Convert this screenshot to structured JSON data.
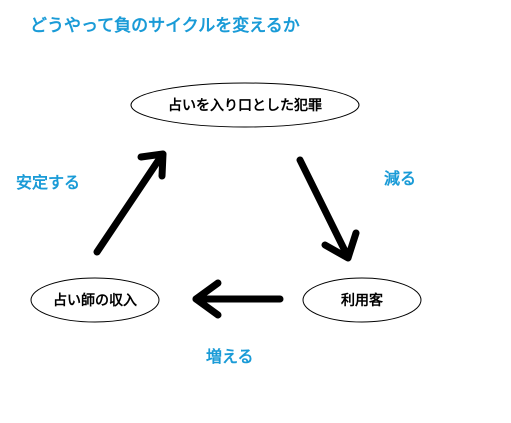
{
  "title": "どうやって負のサイクルを変えるか",
  "colors": {
    "title": "#1a9bd7",
    "edge_label": "#1a9bd7",
    "node_border": "#000000",
    "arrow": "#000000"
  },
  "nodes": {
    "crime": "占いを入り口とした犯罪",
    "customers": "利用客",
    "income": "占い師の収入"
  },
  "edge_labels": {
    "crime_to_customers": "減る",
    "customers_to_income": "増える",
    "income_to_crime": "安定する"
  }
}
